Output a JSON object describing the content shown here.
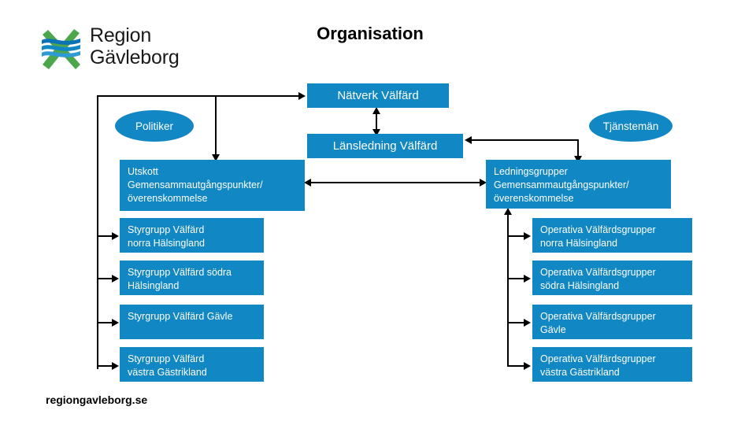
{
  "brand": {
    "name": "Region\nGävleborg",
    "logo_icon": "region-gavleborg-logo",
    "green": "#4ca64c",
    "blue": "#1187c4"
  },
  "page": {
    "title": "Organisation",
    "footer_url": "regiongavleborg.se",
    "accent": "#1187c4",
    "connector_color": "#000000"
  },
  "roles": {
    "politician": "Politiker",
    "officials": "Tjänstemän"
  },
  "top_nodes": {
    "network": "Nätverk Välfärd",
    "county_management": "Länsledning Välfärd"
  },
  "committees": {
    "left": "Utskott\nGemensammautgångspunkter/\növerenskommelse",
    "right": "Ledningsgrupper\nGemensammautgångspunkter/\növerenskommelse"
  },
  "steering_groups": [
    "Styrgrupp Välfärd\nnorra Hälsingland",
    "Styrgrupp Välfärd södra\nHälsingland",
    "Styrgrupp Välfärd Gävle",
    "Styrgrupp Välfärd\nvästra Gästrikland"
  ],
  "operative_groups": [
    "Operativa Välfärdsgrupper\nnorra Hälsingland",
    "Operativa Välfärdsgrupper\nsödra Hälsingland",
    "Operativa Välfärdsgrupper\nGävle",
    "Operativa Välfärdsgrupper\nvästra Gästrikland"
  ]
}
